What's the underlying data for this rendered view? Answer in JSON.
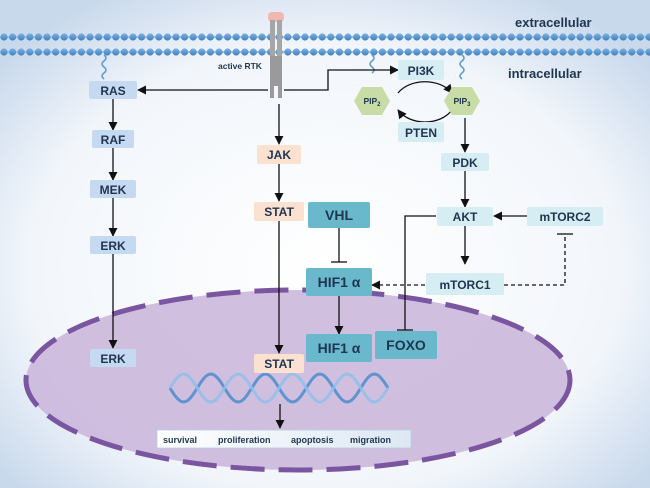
{
  "regions": {
    "extracellular": "extracellular",
    "intracellular": "intracellular"
  },
  "receptor_label": "active RTK",
  "nodes": {
    "ras": "RAS",
    "raf": "RAF",
    "mek": "MEK",
    "erk_cyto": "ERK",
    "erk_nuc": "ERK",
    "jak": "JAK",
    "stat_cyto": "STAT",
    "stat_nuc": "STAT",
    "vhl": "VHL",
    "hif_cyto": "HIF1 α",
    "hif_nuc": "HIF1 α",
    "pi3k": "PI3K",
    "pip2": "PIP",
    "pip2_sub": "2",
    "pip3": "PIP",
    "pip3_sub": "3",
    "pten": "PTEN",
    "pdk": "PDK",
    "akt": "AKT",
    "mtorc2": "mTORC2",
    "mtorc1": "mTORC1",
    "foxo": "FOXO"
  },
  "outcomes": [
    "survival",
    "proliferation",
    "apoptosis",
    "migration"
  ],
  "colors": {
    "membrane": "#5b9bd5",
    "blue_box": "#c5daf0",
    "orange_box": "#fbe1d0",
    "teal_box": "#69b8cc",
    "light_teal_box": "#d6edf4",
    "pip_hex": "#c8dca6",
    "nucleus_fill": "#c9b4d9",
    "nucleus_border": "#7a55a0",
    "rtk": "#a6a6a6",
    "rtk_top": "#f0b8b0"
  }
}
